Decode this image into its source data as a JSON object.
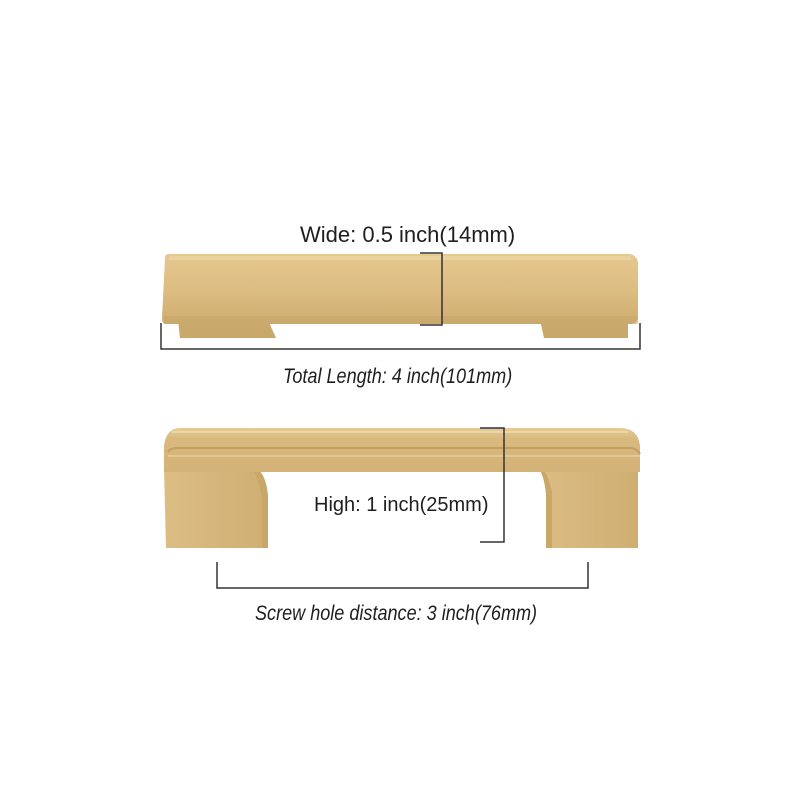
{
  "product": {
    "name": "cabinet-handle",
    "finish_color": "#d8b87e"
  },
  "dimensions": {
    "wide": "Wide: 0.5 inch(14mm)",
    "total_length": "Total Length: 4 inch(101mm)",
    "high": "High: 1 inch(25mm)",
    "screw_hole_distance": "Screw hole distance:  3 inch(76mm)"
  }
}
